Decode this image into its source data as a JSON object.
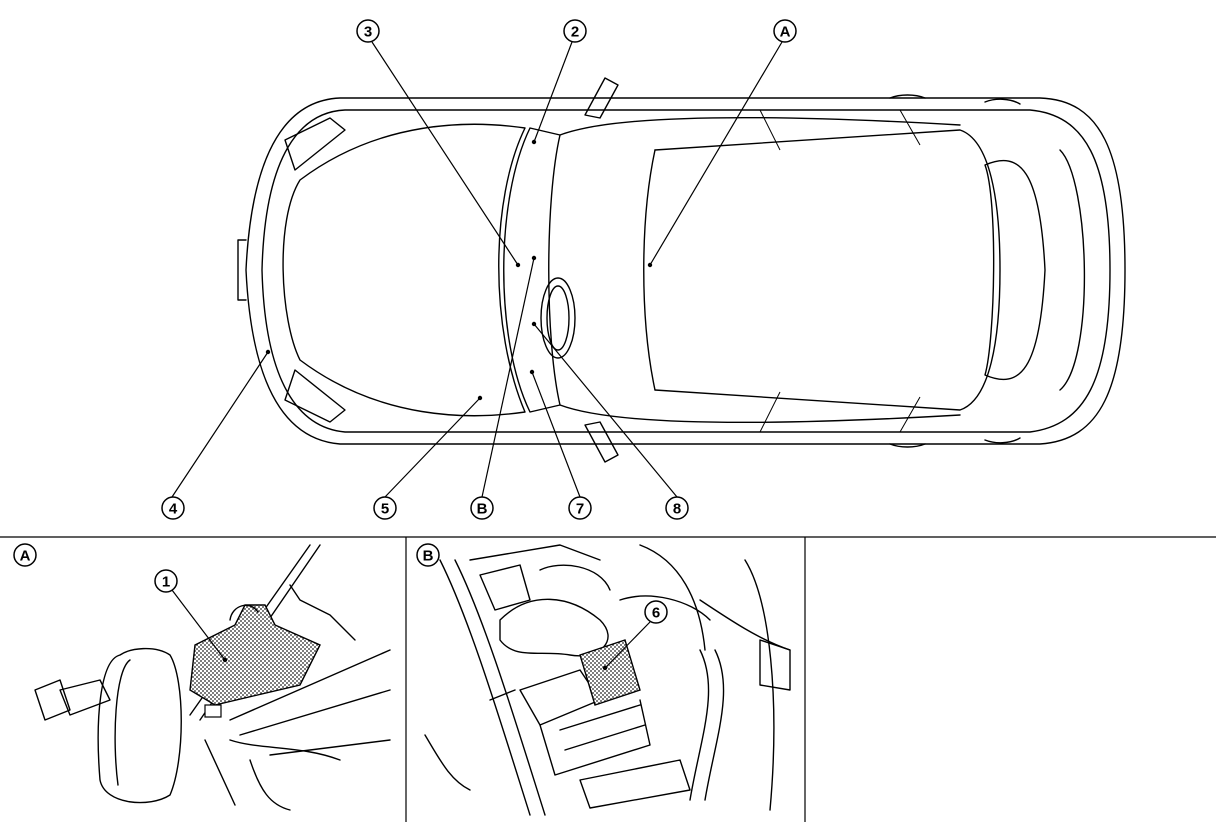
{
  "callouts": {
    "c1": "1",
    "c2": "2",
    "c3": "3",
    "c4": "4",
    "c5": "5",
    "c6": "6",
    "c7": "7",
    "c8": "8",
    "cA": "A",
    "cB": "B"
  },
  "panels": {
    "detail_a_tag": "A",
    "detail_b_tag": "B"
  },
  "colors": {
    "line": "#000000",
    "background": "#ffffff",
    "hatch": "#555555"
  }
}
